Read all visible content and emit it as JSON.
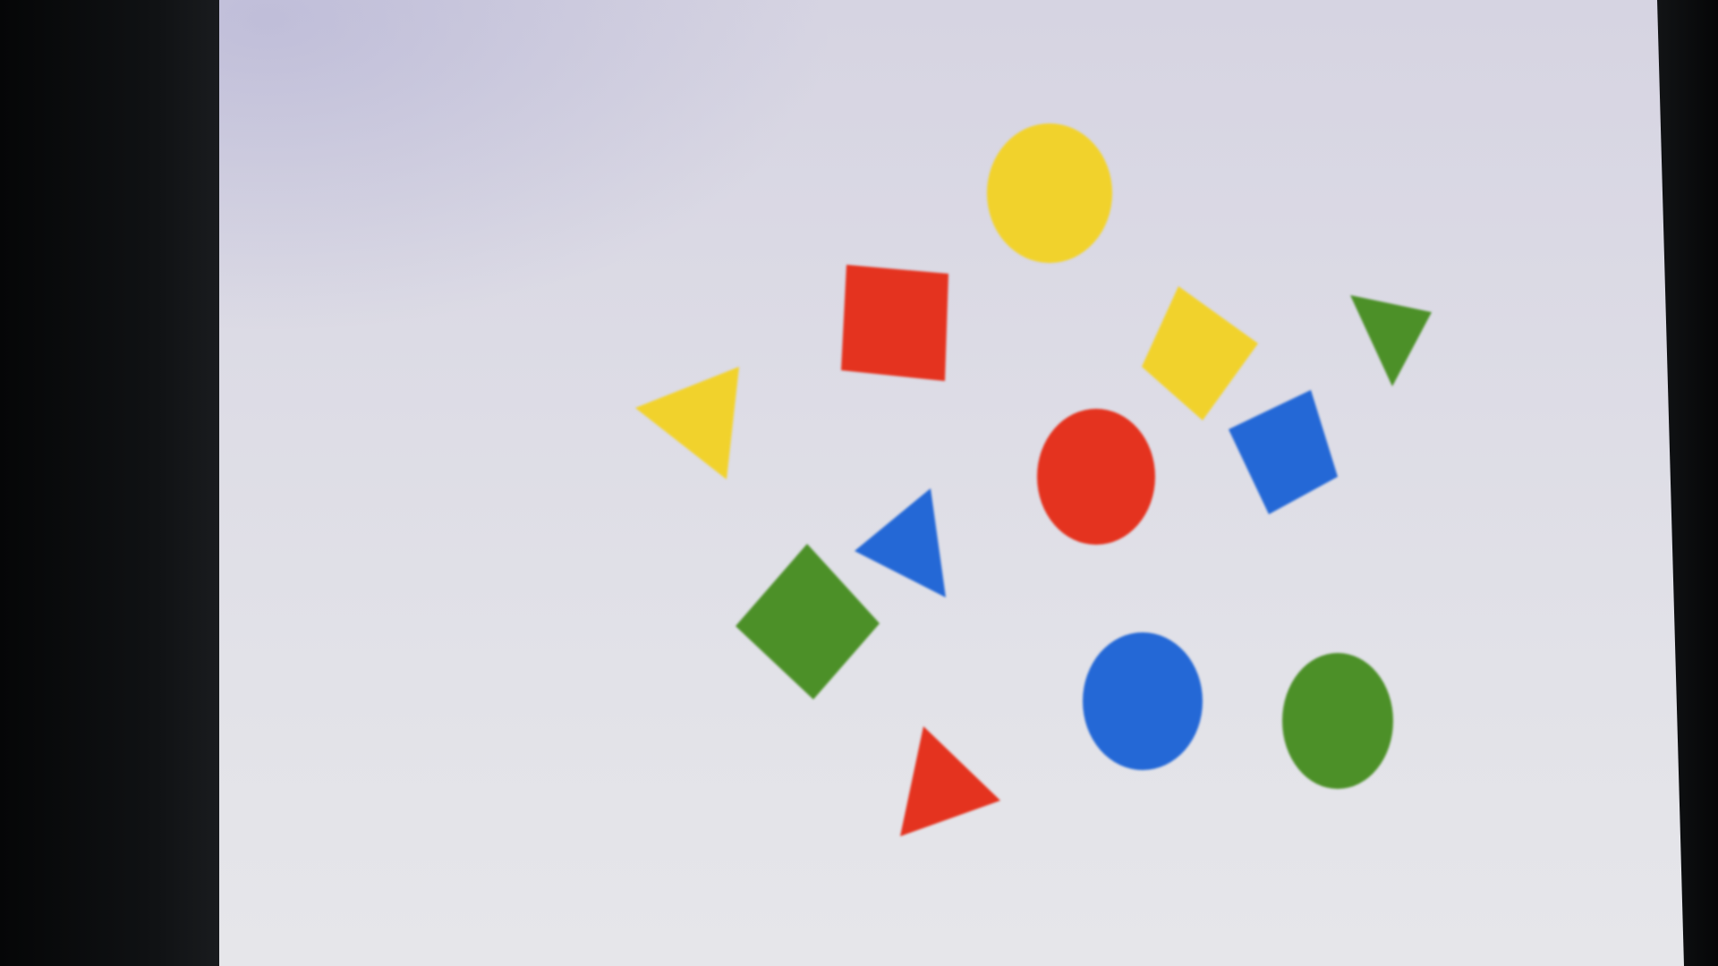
{
  "scene": {
    "palette": {
      "red": "#e4331f",
      "yellow": "#f1d22c",
      "green": "#4c9028",
      "blue": "#2468d6",
      "paper": "#dcdbe5",
      "background": "#0c0d0f"
    },
    "shapes": [
      {
        "name": "yellow-circle",
        "kind": "circle",
        "color": "yellow"
      },
      {
        "name": "red-square",
        "kind": "square",
        "color": "red"
      },
      {
        "name": "yellow-square",
        "kind": "square",
        "color": "yellow"
      },
      {
        "name": "green-triangle",
        "kind": "triangle",
        "color": "green"
      },
      {
        "name": "yellow-triangle",
        "kind": "triangle",
        "color": "yellow"
      },
      {
        "name": "red-circle",
        "kind": "circle",
        "color": "red"
      },
      {
        "name": "blue-square",
        "kind": "square",
        "color": "blue"
      },
      {
        "name": "blue-triangle",
        "kind": "triangle",
        "color": "blue"
      },
      {
        "name": "green-square",
        "kind": "square",
        "color": "green"
      },
      {
        "name": "blue-circle",
        "kind": "circle",
        "color": "blue"
      },
      {
        "name": "green-circle",
        "kind": "circle",
        "color": "green"
      },
      {
        "name": "red-triangle",
        "kind": "triangle",
        "color": "red"
      }
    ]
  }
}
